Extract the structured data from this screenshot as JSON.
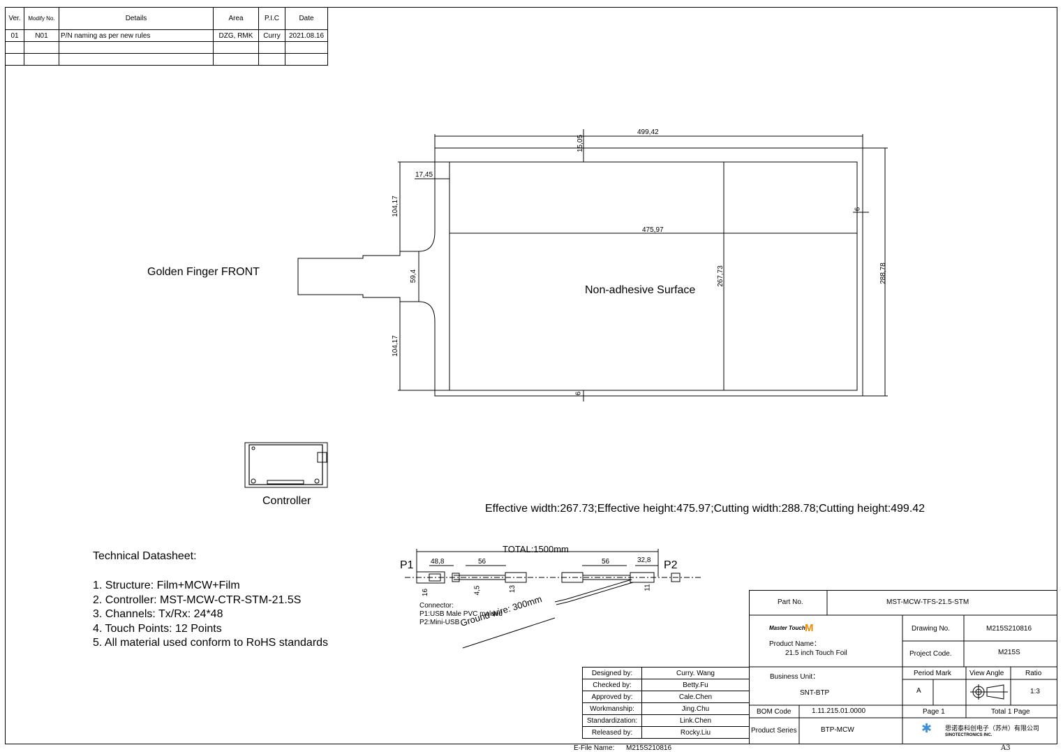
{
  "revision_table": {
    "headers": [
      "Ver.",
      "Modify No.",
      "Details",
      "Area",
      "P.I.C",
      "Date"
    ],
    "rows": [
      [
        "01",
        "N01",
        "P/N naming as per new rules",
        "DZG, RMK",
        "Curry",
        "2021.08.16"
      ],
      [
        "",
        "",
        "",
        "",
        "",
        ""
      ],
      [
        "",
        "",
        "",
        "",
        "",
        ""
      ]
    ]
  },
  "drawing": {
    "golden_finger_label": "Golden Finger FRONT",
    "surface_label": "Non-adhesive Surface",
    "dimensions": {
      "cut_height": "499,42",
      "top_margin": "15,05",
      "left_margin": "17,45",
      "upper_tail": "104,17",
      "lower_tail": "104,17",
      "tail_width": "59,4",
      "effective_height": "475,97",
      "effective_width": "267,73",
      "cut_width": "288,78",
      "right_margin": "6",
      "bottom_margin": "6"
    },
    "controller_label": "Controller",
    "effective_summary": "Effective width:267.73;Effective height:475.97;Cutting width:288.78;Cutting height:499.42"
  },
  "cable": {
    "total": "TOTAL:1500mm",
    "p1": "P1",
    "p2": "P2",
    "dims": [
      "48,8",
      "56",
      "56",
      "32,8"
    ],
    "vdims": [
      "16",
      "4,5",
      "13",
      "11"
    ],
    "connector_title": "Connector:",
    "connector_p1": "P1:USB Male PVC molded",
    "connector_p2": "P2:Mini-USB",
    "ground_wire": "Ground wire:  300mm"
  },
  "datasheet": {
    "title": "Technical Datasheet:",
    "items": [
      "1. Structure: Film+MCW+Film",
      "2. Controller: MST-MCW-CTR-STM-21.5S",
      "3. Channels: Tx/Rx: 24*48",
      "4. Touch Points: 12 Points",
      "5. All material used conform to RoHS standards"
    ]
  },
  "title_block": {
    "part_no_label": "Part No.",
    "part_no": "MST-MCW-TFS-21.5-STM",
    "brand": "Master Touch",
    "product_name_label": "Product Name：",
    "product_name": "21.5 inch Touch Foil",
    "drawing_no_label": "Drawing No.",
    "drawing_no": "M215S210816",
    "project_code_label": "Project Code.",
    "project_code": "M215S",
    "business_unit_label": "Business Unit：",
    "business_unit": "SNT-BTP",
    "period_mark_label": "Period Mark",
    "period_mark": "A",
    "view_angle_label": "View Angle",
    "ratio_label": "Ratio",
    "ratio": "1:3",
    "bom_code_label": "BOM Code",
    "bom_code": "1.11.215.01.0000",
    "page": "Page 1",
    "total_page": "Total 1 Page",
    "product_series_label": "Product Series",
    "product_series": "BTP-MCW",
    "company_cn": "思诺泰科创电子（苏州）有限公司",
    "company_en": "SINOTECTRONICS INC.",
    "signatures": [
      {
        "role": "Designed by:",
        "name": "Curry. Wang"
      },
      {
        "role": "Checked by:",
        "name": "Betty.Fu"
      },
      {
        "role": "Approved by:",
        "name": "Cale.Chen"
      },
      {
        "role": "Workmanship:",
        "name": "Jing.Chu"
      },
      {
        "role": "Standardization:",
        "name": "Link.Chen"
      },
      {
        "role": "Released by:",
        "name": "Rocky.Liu"
      }
    ],
    "efile_label": "E-File Name:",
    "efile": "M215S210816",
    "sheet_size": "A3"
  },
  "colors": {
    "line": "#000000",
    "brand_orange": "#f08a00"
  }
}
